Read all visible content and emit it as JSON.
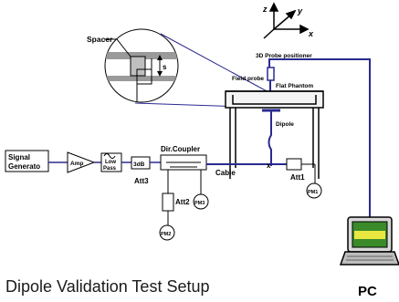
{
  "caption": "Dipole Validation Test Setup",
  "labels": {
    "axis_x": "x",
    "axis_y": "y",
    "axis_z": "z",
    "spacer": "Spacer",
    "s": "s",
    "probe_positioner": "3D Probe positioner",
    "field_probe": "Field probe",
    "flat_phantom": "Flat Phantom",
    "dipole": "Dipole",
    "signal_generator_line1": "Signal",
    "signal_generator_line2": "Generato",
    "amp": "Amp",
    "low_pass_line1": "Low",
    "low_pass_line2": "Pass",
    "att_3db": "3dB",
    "att3": "Att3",
    "dir_coupler": "Dir.Coupler",
    "cable": "Cable",
    "cross": "x",
    "att1": "Att1",
    "pm1": "PM1",
    "att2": "Att2",
    "pm3": "PM3",
    "pm2": "PM2",
    "pc": "PC"
  },
  "colors": {
    "line": "#000000",
    "cable": "#3333a0",
    "positioner": "#2a2a90",
    "spacer_box": "#9a9a9a",
    "screen": "#3a8a2a",
    "screen_band": "#e8e840"
  }
}
